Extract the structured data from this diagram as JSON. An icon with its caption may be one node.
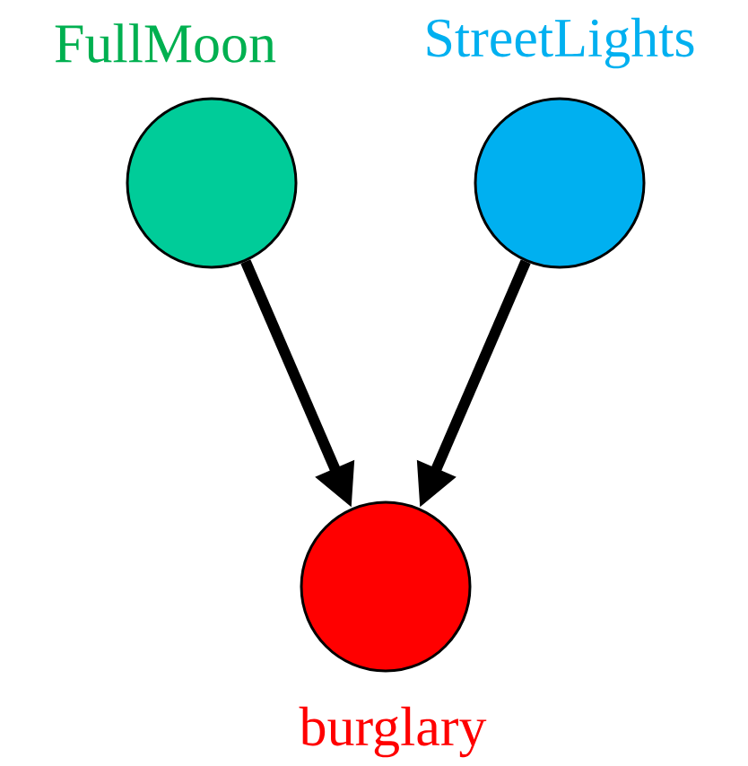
{
  "diagram": {
    "nodes": [
      {
        "text": [
          "FullMoon"
        ]
      },
      {
        "text": [
          "StreetLights"
        ]
      },
      {
        "text": [
          "burglary"
        ]
      }
    ],
    "edges": [
      {
        "from": 0,
        "to": 2,
        "arrow": "to"
      },
      {
        "from": 1,
        "to": 2,
        "arrow": "to"
      }
    ]
  }
}
